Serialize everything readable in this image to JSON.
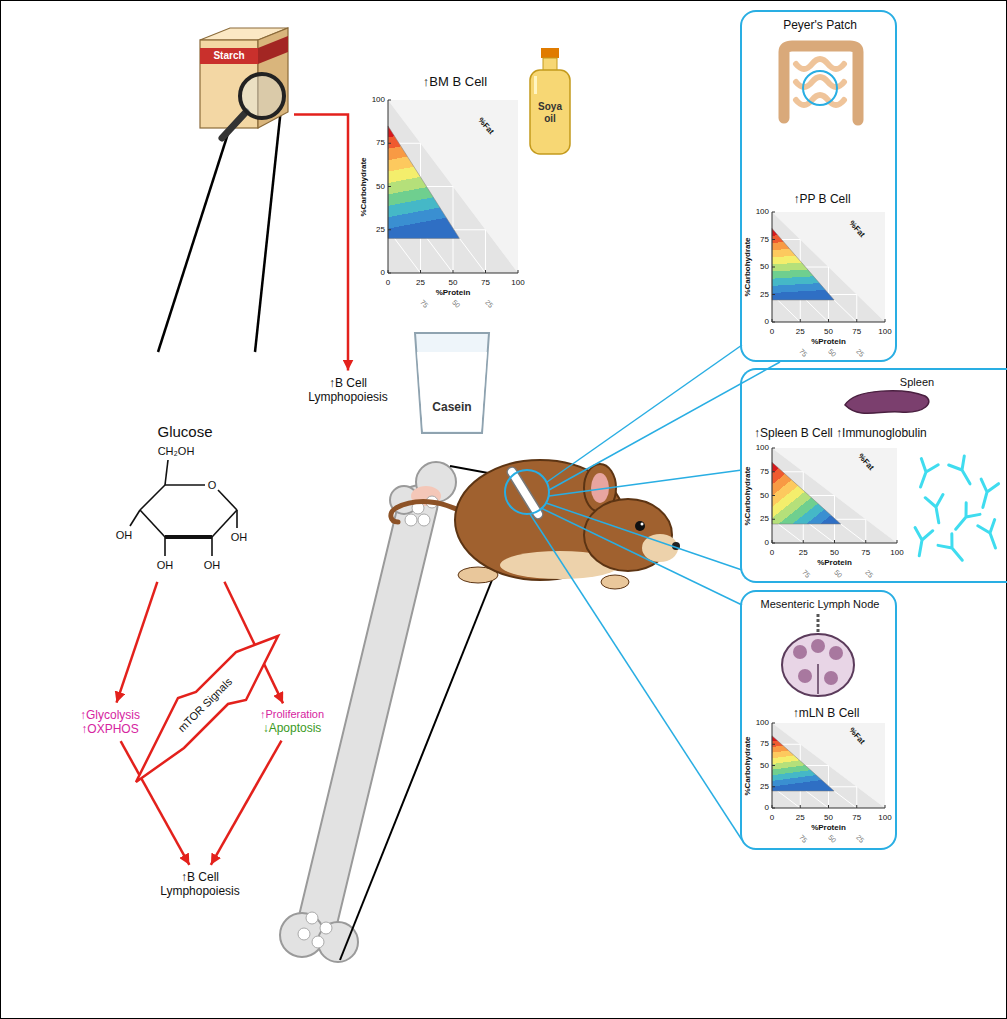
{
  "diagram": {
    "nodes": [
      {
        "text": [
          "Starch"
        ]
      },
      {
        "text": [
          "Soya oil"
        ]
      },
      {
        "text": [
          "Casein"
        ]
      },
      {
        "text": [
          "Glucose",
          "CH₂OH",
          "O",
          "OH",
          "OH",
          "OH",
          "OH"
        ]
      },
      {
        "text": [
          "↑B Cell Lymphopoiesis"
        ]
      },
      {
        "text": [
          "↑Glycolysis ↑OXPHOS"
        ]
      },
      {
        "text": [
          "mTOR Signals"
        ]
      },
      {
        "text": [
          "↑Proliferation",
          "↓Apoptosis"
        ]
      },
      {
        "text": [
          "↑B Cell Lymphopoiesis"
        ]
      },
      {
        "text": [
          "Peyer's Patch",
          "↑PP B Cell"
        ]
      },
      {
        "text": [
          "Spleen",
          "↑Spleen B Cell ↑Immunoglobulin"
        ]
      },
      {
        "text": [
          "Mesenteric Lymph Node",
          "↑mLN B Cell"
        ]
      }
    ],
    "edges": [
      {
        "from": 0,
        "to": 4,
        "arrow": "to"
      },
      {
        "from": 3,
        "to": 5,
        "arrow": "to"
      },
      {
        "from": 3,
        "to": 7,
        "arrow": "to"
      },
      {
        "from": 5,
        "to": 8,
        "arrow": "to"
      },
      {
        "from": 7,
        "to": 8,
        "arrow": "to"
      }
    ],
    "labels": [
      "↑BM B Cell",
      "%Carbohydrate",
      "%Fat",
      "%Protein",
      "100",
      "75",
      "50",
      "25",
      "0",
      "0",
      "25",
      "50",
      "75",
      "100",
      "75",
      "50",
      "25",
      "%Carbohydrate",
      "%Fat",
      "%Protein",
      "100",
      "75",
      "50",
      "25",
      "0",
      "0",
      "25",
      "50",
      "75",
      "100",
      "75",
      "50",
      "25",
      "%Carbohydrate",
      "%Fat",
      "%Protein",
      "100",
      "75",
      "50",
      "25",
      "0",
      "0",
      "25",
      "50",
      "75",
      "100",
      "75",
      "50",
      "25",
      "%Carbohydrate",
      "%Fat",
      "%Protein",
      "100",
      "75",
      "50",
      "25",
      "0",
      "0",
      "25",
      "50",
      "75",
      "100",
      "75",
      "50",
      "25"
    ]
  }
}
